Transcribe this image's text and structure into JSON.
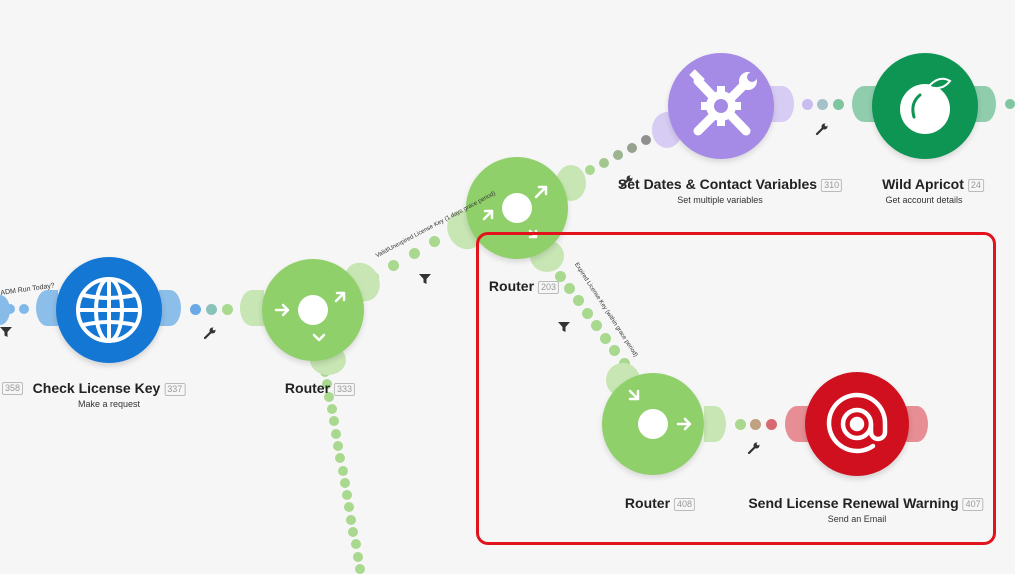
{
  "modules": {
    "check_license": {
      "title": "Check License Key",
      "id": "337",
      "subtitle": "Make a request",
      "color": "#1577d4"
    },
    "router_333": {
      "title": "Router",
      "id": "333",
      "color": "#8fd06a"
    },
    "router_203": {
      "title": "Router",
      "id": "203",
      "color": "#8fd06a"
    },
    "set_dates": {
      "title": "Set Dates & Contact Variables",
      "id": "310",
      "subtitle": "Set multiple variables",
      "color": "#a58be6"
    },
    "wild_apricot": {
      "title": "Wild Apricot",
      "id": "24",
      "subtitle": "Get account details",
      "color": "#0e9554"
    },
    "router_408": {
      "title": "Router",
      "id": "408",
      "color": "#8fd06a"
    },
    "send_warning": {
      "title": "Send License Renewal Warning",
      "id": "407",
      "subtitle": "Send an Email",
      "color": "#d0101f"
    }
  },
  "partial": {
    "left_id": "358",
    "left_label": "ADM Run Today?"
  },
  "route_labels": {
    "valid": "Valid/Unexpired License Key (1 days grace period)",
    "expired": "Expired License Key (within grace period)"
  },
  "icons": [
    "globe-icon",
    "router-icon",
    "tools-icon",
    "apricot-icon",
    "at-sign-icon",
    "wrench-icon",
    "filter-icon"
  ],
  "highlight_color": "#e3131d"
}
